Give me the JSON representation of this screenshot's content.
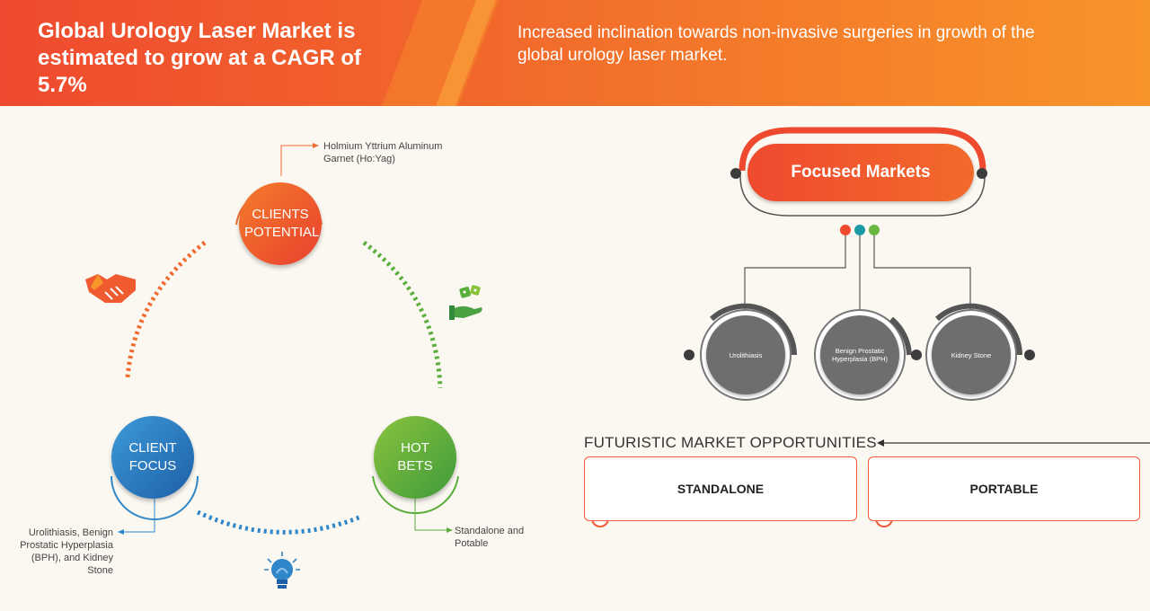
{
  "header": {
    "title": "Global Urology Laser Market is estimated to grow at a CAGR of 5.7%",
    "subtitle": "Increased inclination towards non-invasive surgeries in growth of the global urology laser market."
  },
  "cycle": {
    "clients_potential": "CLIENTS POTENTIAL",
    "clients_potential_note": "Holmium Yttrium Aluminum Garnet (Ho:Yag)",
    "client_focus": "CLIENT FOCUS",
    "client_focus_note": "Urolithiasis, Benign Prostatic Hyperplasia (BPH), and Kidney Stone",
    "hot_bets": "HOT BETS",
    "hot_bets_note": "Standalone and Potable"
  },
  "focused": {
    "title": "Focused Markets",
    "markets": [
      "Urolithiasis",
      "Benign Prostatic Hyperplasia (BPH)",
      "Kidney Stone"
    ]
  },
  "opportunities": {
    "title": "FUTURISTIC MARKET OPPORTUNITIES",
    "items": [
      "STANDALONE",
      "PORTABLE"
    ]
  },
  "icons": [
    "handshake-icon",
    "money-dice-icon",
    "lightbulb-icon"
  ],
  "colors": {
    "orange": "#ef4a2f",
    "green": "#5aae3b",
    "blue": "#2f86c9",
    "grey": "#6e6e6e",
    "teal": "#1e9aa6"
  }
}
